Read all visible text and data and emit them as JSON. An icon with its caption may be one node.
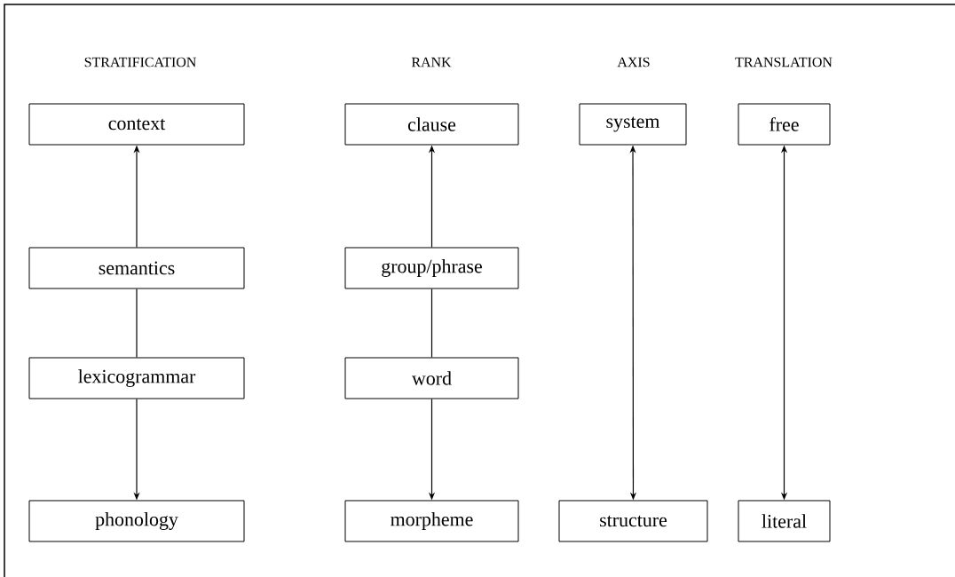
{
  "diagram": {
    "nodes": [
      {
        "text": [
          "context"
        ]
      },
      {
        "text": [
          "semantics"
        ]
      },
      {
        "text": [
          "lexicogrammar"
        ]
      },
      {
        "text": [
          "phonology"
        ]
      },
      {
        "text": [
          "clause"
        ]
      },
      {
        "text": [
          "group/phrase"
        ]
      },
      {
        "text": [
          "word"
        ]
      },
      {
        "text": [
          "morpheme"
        ]
      },
      {
        "text": [
          "system"
        ]
      },
      {
        "text": [
          "structure"
        ]
      },
      {
        "text": [
          "free"
        ]
      },
      {
        "text": [
          "literal"
        ]
      }
    ],
    "edges": [
      {
        "from": 1,
        "to": 0,
        "arrow": "to"
      },
      {
        "from": 1,
        "to": 2,
        "arrow": "none"
      },
      {
        "from": 2,
        "to": 3,
        "arrow": "to"
      },
      {
        "from": 5,
        "to": 4,
        "arrow": "to"
      },
      {
        "from": 5,
        "to": 6,
        "arrow": "none"
      },
      {
        "from": 6,
        "to": 7,
        "arrow": "to"
      },
      {
        "from": 8,
        "to": 9,
        "arrow": "both"
      },
      {
        "from": 10,
        "to": 11,
        "arrow": "both"
      }
    ],
    "labels": [
      "STRATIFICATION",
      "RANK",
      "AXIS",
      "TRANSLATION"
    ]
  }
}
